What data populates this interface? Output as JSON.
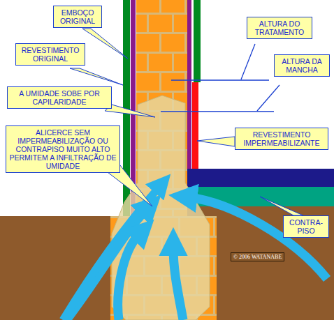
{
  "diagram": {
    "nodes": [
      {
        "text": [
          "EMBOÇO ORIGINAL"
        ]
      },
      {
        "text": [
          "REVESTIMENTO ORIGINAL"
        ]
      },
      {
        "text": [
          "A UMIDADE SOBE POR CAPILARIDADE"
        ]
      },
      {
        "text": [
          "ALICERCE SEM IMPERMEABILIZAÇÃO OU CONTRAPISO MUITO ALTO PERMITEM A INFILTRAÇÃO DE UMIDADE"
        ]
      },
      {
        "text": [
          "ALTURA DO TRATAMENTO"
        ]
      },
      {
        "text": [
          "ALTURA DA MANCHA"
        ]
      },
      {
        "text": [
          "REVESTIMENTO IMPERMEABILIZANTE"
        ]
      },
      {
        "text": [
          "CONTRA-PISO"
        ]
      }
    ],
    "labels": [
      "© 2006 WATANABE"
    ]
  }
}
